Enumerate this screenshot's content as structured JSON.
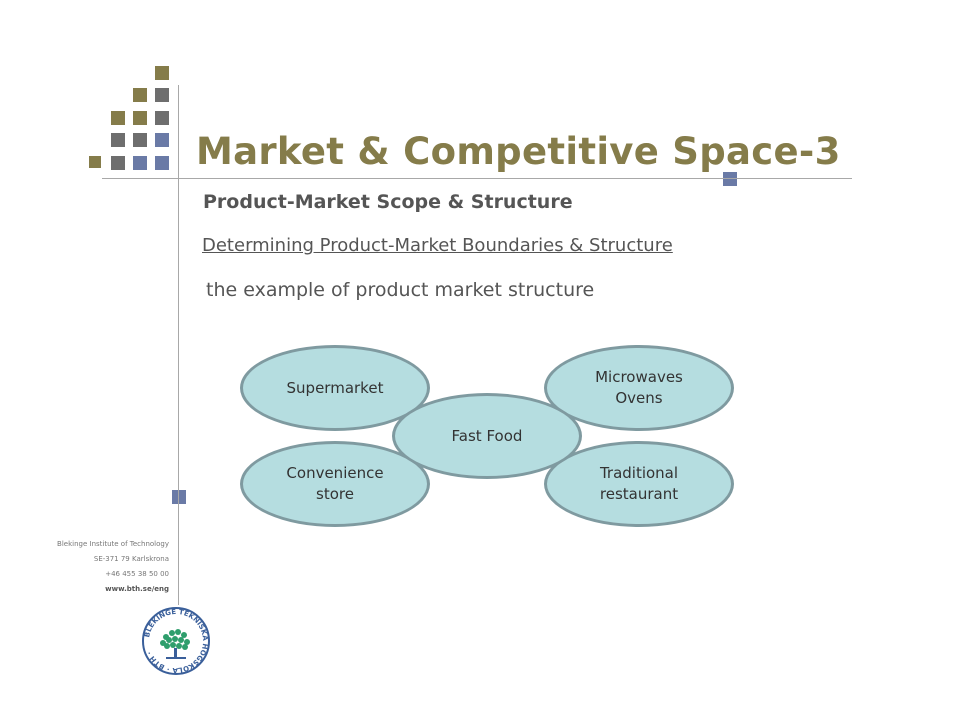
{
  "slide": {
    "title": "Market & Competitive Space-3",
    "subtitle": "Product-Market Scope & Structure",
    "link_text": "Determining Product-Market Boundaries & Structure",
    "description": "the example of product market structure"
  },
  "diagram": {
    "nodes": [
      {
        "label": "Supermarket"
      },
      {
        "label": "Microwaves\nOvens"
      },
      {
        "label": "Convenience\nstore"
      },
      {
        "label": "Traditional\nrestaurant"
      },
      {
        "label": "Fast Food"
      }
    ]
  },
  "footer": {
    "institution": "Blekinge Institute of Technology",
    "address": "SE-371 79 Karlskrona",
    "phone": "+46 455 38 50 00",
    "website": "www.bth.se/eng",
    "logo_text": "BLEKINGE TEKNISKA HÖGSKOLA · BTH ·"
  },
  "colors": {
    "accent_olive": "#857c4a",
    "accent_gray": "#6e6e6e",
    "accent_blue": "#6a7aa6",
    "ellipse_fill": "#b5dde0",
    "ellipse_border": "#7f9aa0"
  }
}
